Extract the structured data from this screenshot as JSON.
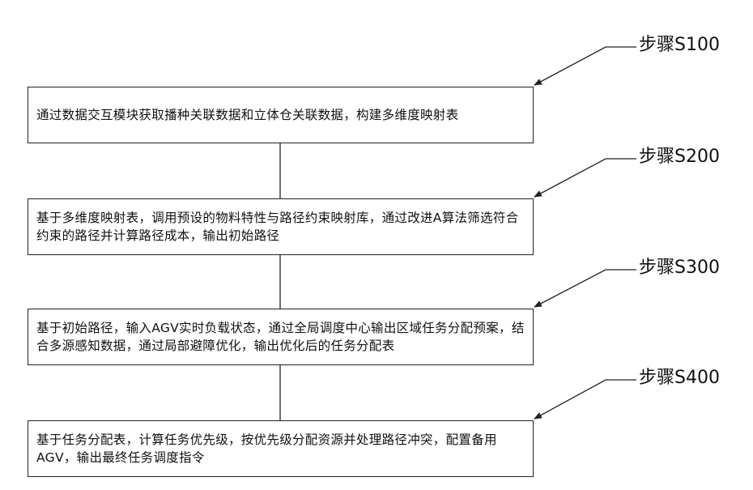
{
  "steps": [
    {
      "label": "步骤S100",
      "text": "通过数据交互模块获取播种关联数据和立体仓关联数据，构建多维度映射表"
    },
    {
      "label": "步骤S200",
      "text": "基于多维度映射表，调用预设的物料特性与路径约束映射库，通过改进A算法筛选符合约束的路径并计算路径成本，输出初始路径"
    },
    {
      "label": "步骤S300",
      "text": "基于初始路径，输入AGV实时负载状态，通过全局调度中心输出区域任务分配预案，结合多源感知数据，通过局部避障优化，输出优化后的任务分配表"
    },
    {
      "label": "步骤S400",
      "text": "基于任务分配表，计算任务优先级，按优先级分配资源并处理路径冲突，配置备用AGV，输出最终任务调度指令"
    }
  ],
  "colors": {
    "line": "#222222",
    "text": "#111111",
    "background": "#ffffff"
  }
}
